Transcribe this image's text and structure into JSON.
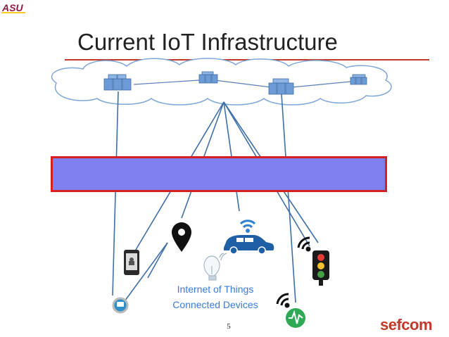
{
  "slide": {
    "title": "Current IoT Infrastructure",
    "caption_line1": "Internet of Things",
    "caption_line2": "Connected Devices",
    "page_number": "5"
  },
  "logos": {
    "university": "ASU",
    "brand": "sefcom"
  },
  "icons": [
    "cloud-icon",
    "server-icon",
    "smartphone-icon",
    "location-pin-icon",
    "connected-car-icon",
    "lightbulb-icon",
    "traffic-light-icon",
    "wifi-icon",
    "chat-device-icon",
    "activity-monitor-icon"
  ],
  "colors": {
    "title_rule": "#c0392b",
    "banner_fill": "#7f7ff0",
    "banner_border": "#d62020",
    "link_lines": "#3f6fa8",
    "caption": "#3a7bd5",
    "brand": "#c0392b"
  }
}
